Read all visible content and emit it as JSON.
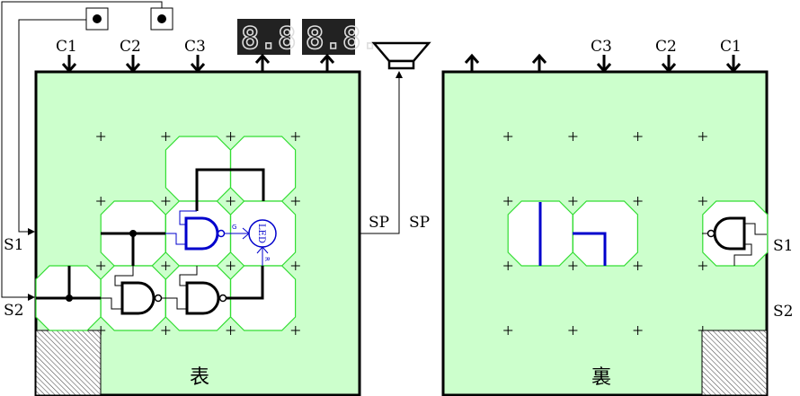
{
  "front": {
    "caption": "表",
    "inputs_top": [
      "C1",
      "C2",
      "C3"
    ],
    "side_inputs": [
      "S1",
      "S2"
    ],
    "speaker_port": "SP",
    "display_text": "8.8.",
    "led_label": "LED",
    "led_pins": {
      "green": "G",
      "red": "R"
    }
  },
  "back": {
    "caption": "裏",
    "inputs_top": [
      "C3",
      "C2",
      "C1"
    ],
    "side_inputs": [
      "S1",
      "S2"
    ],
    "speaker_port": "SP"
  },
  "colors": {
    "board": "#ccffcc",
    "cell_outline": "#33dd33",
    "blue_wire": "#0000cc",
    "display": "#222222"
  }
}
